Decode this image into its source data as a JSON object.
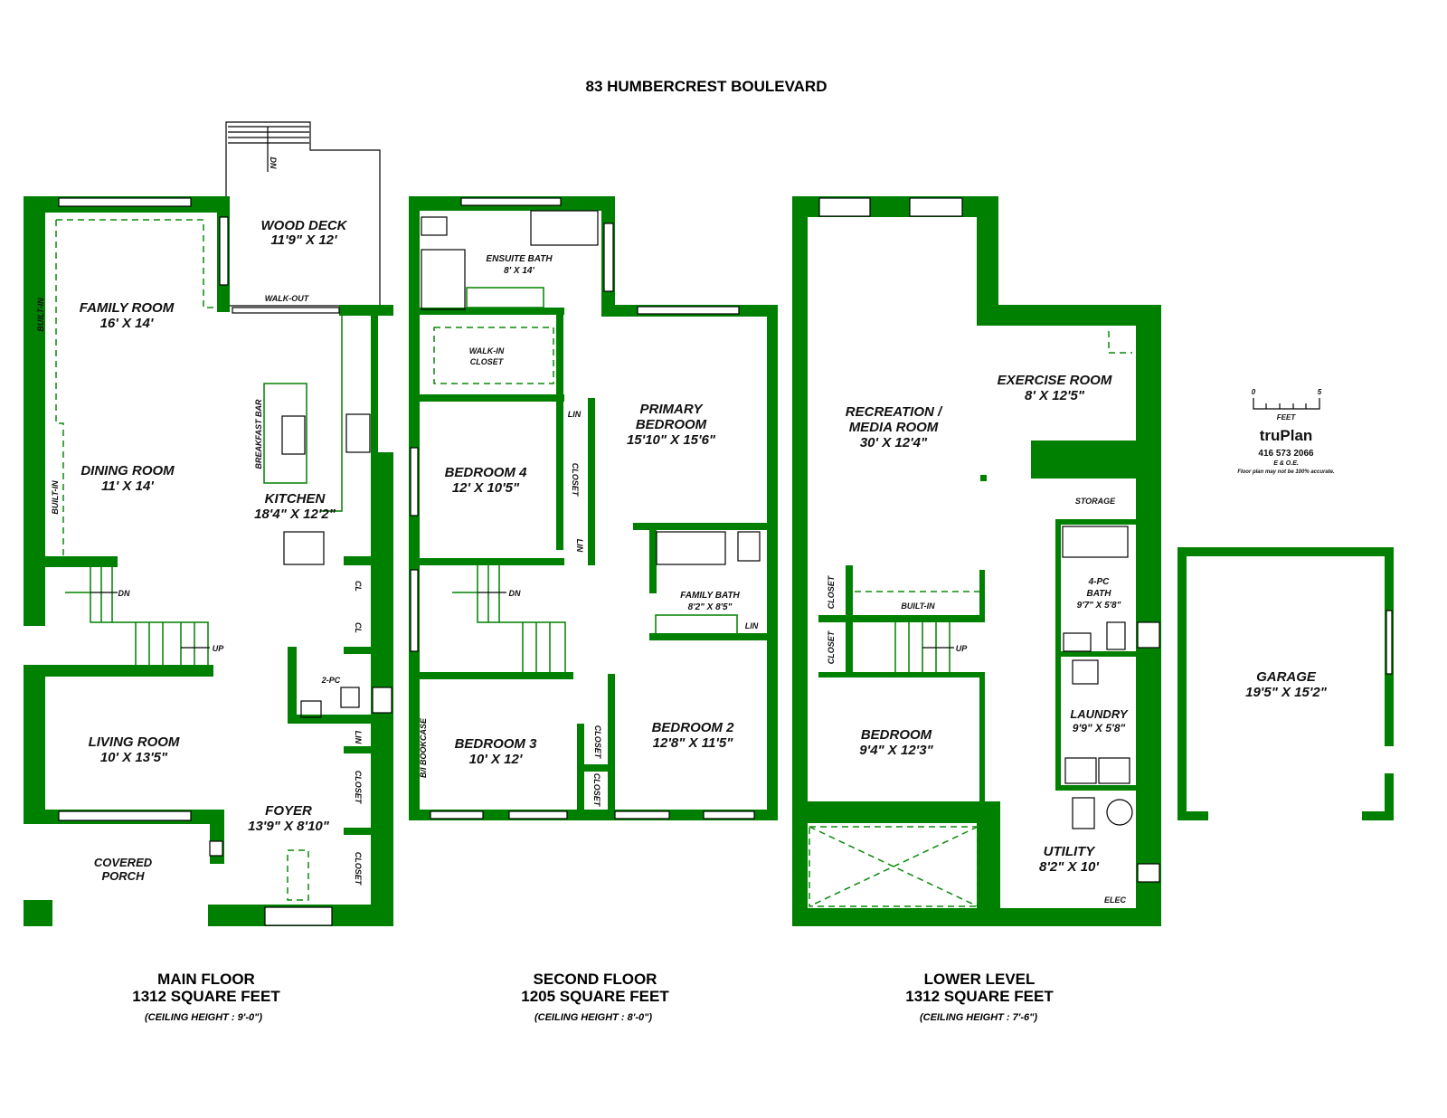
{
  "title": "83 HUMBERCREST BOULEVARD",
  "colors": {
    "wall": "#008000",
    "text": "#111111"
  },
  "main_floor": {
    "caption": "MAIN FLOOR",
    "area": "1312 SQUARE FEET",
    "ceiling": "(CEILING HEIGHT : 9'-0\")",
    "rooms": {
      "family_room": {
        "name": "FAMILY ROOM",
        "size": "16' X 14'"
      },
      "wood_deck": {
        "name": "WOOD DECK",
        "size": "11'9\" X 12'"
      },
      "dining_room": {
        "name": "DINING ROOM",
        "size": "11' X 14'"
      },
      "kitchen": {
        "name": "KITCHEN",
        "size": "18'4\" X 12'2\""
      },
      "living_room": {
        "name": "LIVING ROOM",
        "size": "10' X 13'5\""
      },
      "foyer": {
        "name": "FOYER",
        "size": "13'9\" X 8'10\""
      },
      "covered_porch": {
        "name": "COVERED",
        "size": "PORCH"
      }
    },
    "labels": {
      "walk_out": "WALK-OUT",
      "built_in_1": "BUILT-IN",
      "built_in_2": "BUILT-IN",
      "breakfast_bar": "BREAKFAST BAR",
      "dn": "DN",
      "deck_dn": "DN",
      "up": "UP",
      "cl_1": "CL",
      "cl_2": "CL",
      "two_pc": "2-PC",
      "lin": "LIN",
      "closet_1": "CLOSET",
      "closet_2": "CLOSET"
    }
  },
  "second_floor": {
    "caption": "SECOND FLOOR",
    "area": "1205 SQUARE FEET",
    "ceiling": "(CEILING HEIGHT : 8'-0\")",
    "rooms": {
      "ensuite_bath": {
        "name": "ENSUITE BATH",
        "size": "8' X 14'"
      },
      "walk_in_closet": {
        "name": "WALK-IN",
        "size": "CLOSET"
      },
      "primary_bedroom": {
        "name1": "PRIMARY",
        "name2": "BEDROOM",
        "size": "15'10\" X 15'6\""
      },
      "bedroom_4": {
        "name": "BEDROOM 4",
        "size": "12' X 10'5\""
      },
      "family_bath": {
        "name": "FAMILY BATH",
        "size": "8'2\" X 8'5\""
      },
      "bedroom_3": {
        "name": "BEDROOM 3",
        "size": "10' X 12'"
      },
      "bedroom_2": {
        "name": "BEDROOM 2",
        "size": "12'8\" X 11'5\""
      }
    },
    "labels": {
      "lin_1": "LIN",
      "closet_1": "CLOSET",
      "lin_2": "LIN",
      "dn": "DN",
      "lin_3": "LIN",
      "bookcase": "B/I BOOKCASE",
      "closet_2": "CLOSET",
      "closet_3": "CLOSET"
    }
  },
  "lower_level": {
    "caption": "LOWER LEVEL",
    "area": "1312 SQUARE FEET",
    "ceiling": "(CEILING HEIGHT : 7'-6\")",
    "rooms": {
      "recreation": {
        "name1": "RECREATION /",
        "name2": "MEDIA ROOM",
        "size": "30' X 12'4\""
      },
      "exercise_room": {
        "name": "EXERCISE ROOM",
        "size": "8' X 12'5\""
      },
      "four_pc_bath": {
        "name1": "4-PC",
        "name2": "BATH",
        "size": "9'7\" X 5'8\""
      },
      "bedroom": {
        "name": "BEDROOM",
        "size": "9'4\" X 12'3\""
      },
      "laundry": {
        "name": "LAUNDRY",
        "size": "9'9\" X 5'8\""
      },
      "utility": {
        "name": "UTILITY",
        "size": "8'2\" X 10'"
      },
      "garage": {
        "name": "GARAGE",
        "size": "19'5\" X 15'2\""
      }
    },
    "labels": {
      "storage": "STORAGE",
      "closet_1": "CLOSET",
      "closet_2": "CLOSET",
      "built_in": "BUILT-IN",
      "up": "UP",
      "elec": "ELEC"
    }
  },
  "legend": {
    "scale_start": "0",
    "scale_end": "5",
    "scale_unit": "FEET",
    "brand": "truPlan",
    "phone": "416 573 2066",
    "eoe": "E & O.E.",
    "disclaimer": "Floor plan may not be 100% accurate."
  }
}
